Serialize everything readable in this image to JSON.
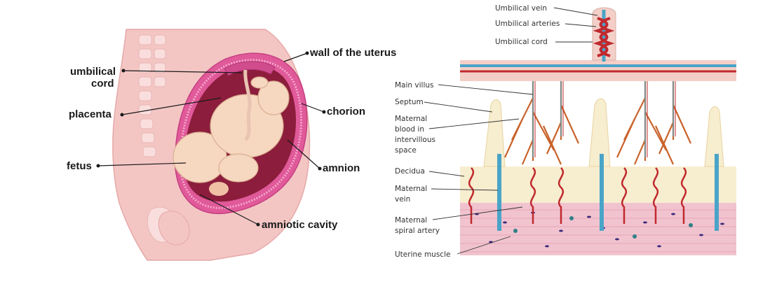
{
  "left_figure": {
    "labels": {
      "umbilical_cord_1": "umbilical",
      "umbilical_cord_2": "cord",
      "placenta": "placenta",
      "fetus": "fetus",
      "wall_of_uterus": "wall of the uterus",
      "chorion": "chorion",
      "amnion": "amnion",
      "amniotic_cavity": "amniotic cavity"
    }
  },
  "right_figure": {
    "labels": {
      "umbilical_vein": "Umbilical vein",
      "umbilical_arteries": "Umbilical arteries",
      "umbilical_cord": "Umbilical cord",
      "main_villus": "Main villus",
      "septum": "Septum",
      "maternal_blood_1": "Maternal",
      "maternal_blood_2": "blood in",
      "maternal_blood_3": "intervillous",
      "maternal_blood_4": "space",
      "decidua": "Decidua",
      "maternal_vein_1": "Maternal",
      "maternal_vein_2": "vein",
      "spiral_artery_1": "Maternal",
      "spiral_artery_2": "spiral artery",
      "uterine_muscle": "Uterine muscle"
    }
  },
  "colors": {
    "skin": "#f3c6c4",
    "uterus": "#e05a9a",
    "cavity": "#8c1d3c",
    "fetus": "#f6d7c0",
    "artery": "#c0292e",
    "vein": "#4aa4c8",
    "villus_outline": "#c9632b",
    "decidua": "#f7edcf",
    "muscle": "#f1c3cf"
  }
}
